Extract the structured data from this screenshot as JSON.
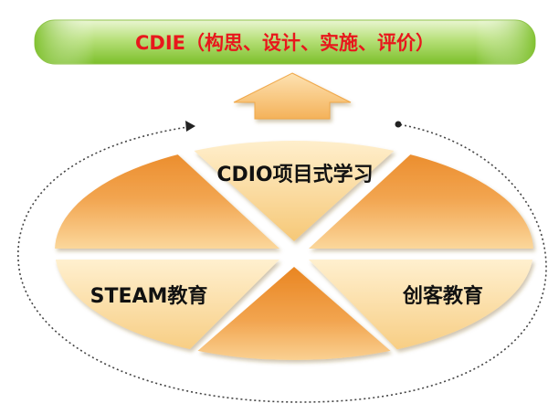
{
  "banner": {
    "title": "CDIE（构思、设计、实施、评价）"
  },
  "wheel": {
    "top_label": "CDIO项目式学习",
    "left_label": "STEAM教育",
    "right_label": "创客教育"
  },
  "colors": {
    "banner_dark": "#7cbf2a",
    "banner_light": "#eaf6d2",
    "banner_text": "#e8171c",
    "orange_dark": "#e98521",
    "orange_light": "#fbd79b",
    "cream_dark": "#f6c877",
    "cream_light": "#fff0cf",
    "arrow_dark": "#f4b25a",
    "arrow_light": "#fde2b2"
  }
}
